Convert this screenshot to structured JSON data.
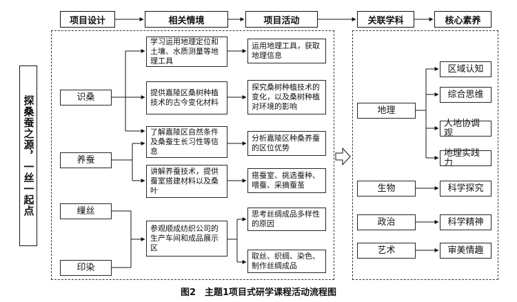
{
  "headers": {
    "design": "项目设计",
    "context": "相关情境",
    "activity": "项目活动",
    "subject": "关联学科",
    "literacy": "核心素养"
  },
  "theme": "探桑蚕之源，一丝一起点",
  "design_items": [
    "识桑",
    "养蚕",
    "缫丝",
    "印染"
  ],
  "contexts": [
    "学习运用地理定位和土壤、水质测量等地理工具",
    "提供嘉陵区桑树种植技术的古今变化材料",
    "了解嘉陵区自然条件及桑蚕生长习性等信息",
    "讲解养蚕技术，提供蚕室搭建材料以及桑叶",
    "参观顺成纺织公司的生产车间和成品展示区"
  ],
  "activities": [
    "运用地理工具，获取地理信息",
    "探究桑树种植技术的变化，以及桑树种植对环境的影响",
    "分析嘉陵区种桑养蚕的区位优势",
    "搭蚕室、挑选蚕种、喂蚕、采摘蚕茧",
    "思考丝绸成品多样性的原因",
    "取丝、织绸、染色、制作丝绸成品"
  ],
  "subjects": [
    "地理",
    "生物",
    "政治",
    "艺术"
  ],
  "literacies": [
    "区域认知",
    "综合思维",
    "人地协调观",
    "地理实践力",
    "科学探究",
    "科学精神",
    "审美情趣"
  ],
  "caption": "图2　主题1项目式研学课程活动流程图"
}
